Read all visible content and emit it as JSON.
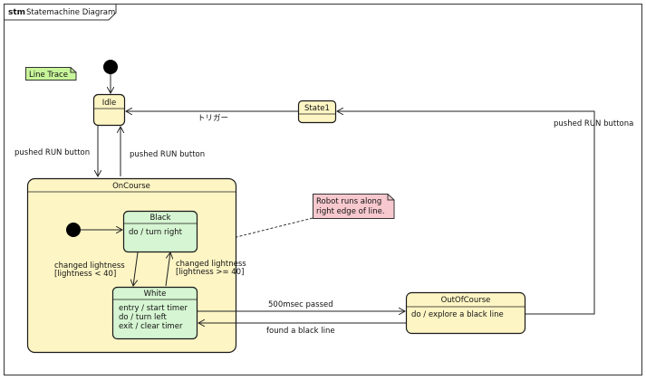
{
  "frame": {
    "keyword": "stm",
    "title": "Statemachine Diagram"
  },
  "note_tag": {
    "text": "Line Trace"
  },
  "states": {
    "idle": {
      "name": "Idle"
    },
    "state1": {
      "name": "State1"
    },
    "oncourse": {
      "name": "OnCourse"
    },
    "black": {
      "name": "Black",
      "activities": [
        "do / turn right"
      ]
    },
    "white": {
      "name": "White",
      "activities": [
        "entry / start timer",
        "do / turn left",
        "exit / clear timer"
      ]
    },
    "outofcourse": {
      "name": "OutOfCourse",
      "activities": [
        "do / explore a black line"
      ]
    }
  },
  "note": {
    "lines": [
      "Robot runs along",
      "right edge of line."
    ]
  },
  "transitions": {
    "idle_to_oncourse": "pushed RUN button",
    "oncourse_to_idle": "pushed RUN button",
    "state1_to_idle": "トリガー",
    "outofcourse_to_state1": "pushed RUN buttona",
    "black_to_white": [
      "changed lightness",
      "[lightness < 40]"
    ],
    "white_to_black": [
      "changed lightness",
      "[lightness >= 40]"
    ],
    "oncourse_to_outofcourse": "500msec passed",
    "outofcourse_to_oncourse": "found a black line"
  },
  "colors": {
    "state_fill": "#fdf5c4",
    "state_border": "#1a1a1a",
    "substate_fill": "#d6f5d2",
    "note_fill": "#f7c9cf",
    "tag_fill": "#c8f59a"
  }
}
